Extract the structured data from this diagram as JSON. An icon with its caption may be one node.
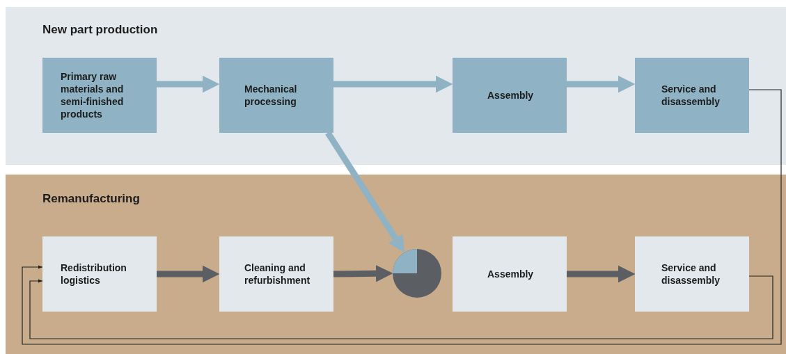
{
  "diagram": {
    "nodes": [
      {
        "text": [
          "New part production"
        ]
      },
      {
        "text": [
          "Primary raw materials and semi-finished products"
        ],
        "in": 0
      },
      {
        "text": [
          "Mechanical processing"
        ],
        "in": 0
      },
      {
        "text": [
          "Assembly"
        ],
        "in": 0
      },
      {
        "text": [
          "Service and disassembly"
        ],
        "in": 0
      },
      {
        "text": [
          "Remanufacturing"
        ]
      },
      {
        "text": [
          "Redistribution logistics"
        ],
        "in": 5
      },
      {
        "text": [
          "Cleaning and refurbishment"
        ],
        "in": 5
      },
      {
        "text": [],
        "shape": "circle",
        "in": 5
      },
      {
        "text": [
          "Assembly"
        ],
        "in": 5
      },
      {
        "text": [
          "Service and disassembly"
        ],
        "in": 5
      }
    ],
    "edges": [
      {
        "from": 1,
        "to": 2,
        "arrow": "to",
        "color": "#8fb3c5"
      },
      {
        "from": 2,
        "to": 3,
        "arrow": "to",
        "color": "#8fb3c5"
      },
      {
        "from": 3,
        "to": 4,
        "arrow": "to",
        "color": "#8fb3c5"
      },
      {
        "from": 2,
        "to": 8,
        "arrow": "to",
        "color": "#8fb3c5"
      },
      {
        "from": 6,
        "to": 7,
        "arrow": "to",
        "color": "#5b5e63"
      },
      {
        "from": 7,
        "to": 8,
        "arrow": "to",
        "color": "#5b5e63"
      },
      {
        "from": 9,
        "to": 10,
        "arrow": "to",
        "color": "#5b5e63"
      },
      {
        "from": 4,
        "to": 6,
        "arrow": "to",
        "color": "#222222"
      },
      {
        "from": 10,
        "to": 6,
        "arrow": "to",
        "color": "#222222"
      }
    ]
  }
}
